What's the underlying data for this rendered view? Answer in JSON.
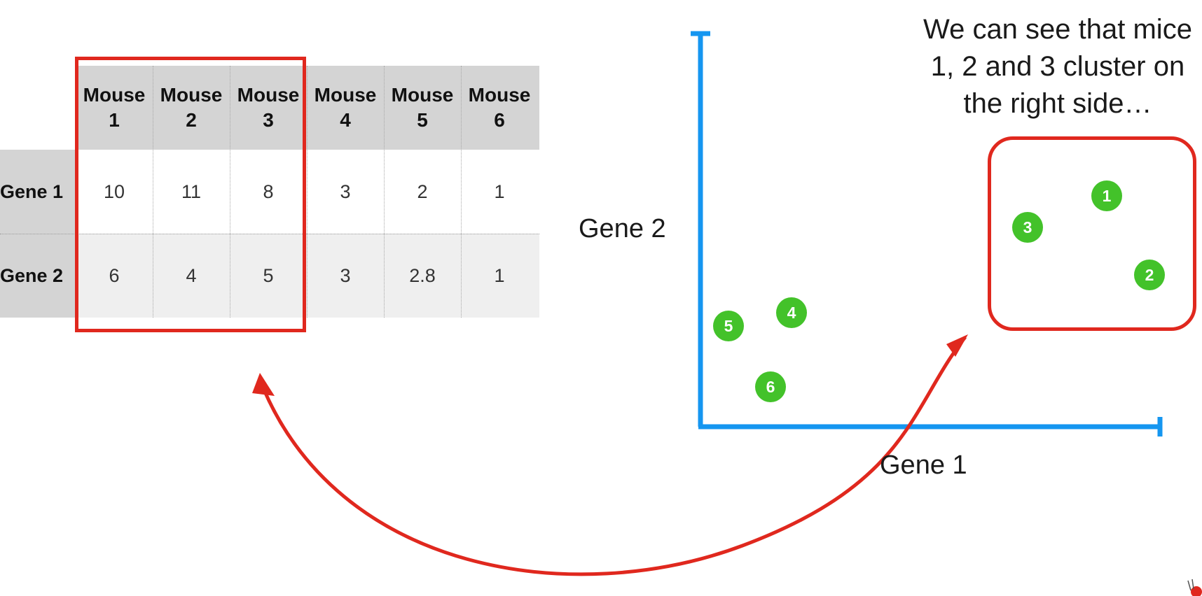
{
  "table": {
    "columns": [
      "Mouse\n1",
      "Mouse\n2",
      "Mouse\n3",
      "Mouse\n4",
      "Mouse\n5",
      "Mouse\n6"
    ],
    "rows": [
      {
        "label": "Gene 1",
        "values": [
          "10",
          "11",
          "8",
          "3",
          "2",
          "1"
        ]
      },
      {
        "label": "Gene 2",
        "values": [
          "6",
          "4",
          "5",
          "3",
          "2.8",
          "1"
        ]
      }
    ]
  },
  "plot": {
    "x_label": "Gene 1",
    "y_label": "Gene 2",
    "points": [
      {
        "label": "1",
        "gene1": 10,
        "gene2": 6
      },
      {
        "label": "2",
        "gene1": 11,
        "gene2": 4
      },
      {
        "label": "3",
        "gene1": 8,
        "gene2": 5
      },
      {
        "label": "4",
        "gene1": 3,
        "gene2": 3
      },
      {
        "label": "5",
        "gene1": 2,
        "gene2": 2.8
      },
      {
        "label": "6",
        "gene1": 1,
        "gene2": 1
      }
    ]
  },
  "caption": "We can see that mice\n1, 2 and 3 cluster on\nthe right side…",
  "colors": {
    "axis": "#1596f0",
    "highlight": "#e0281e",
    "point": "#43c22a"
  }
}
